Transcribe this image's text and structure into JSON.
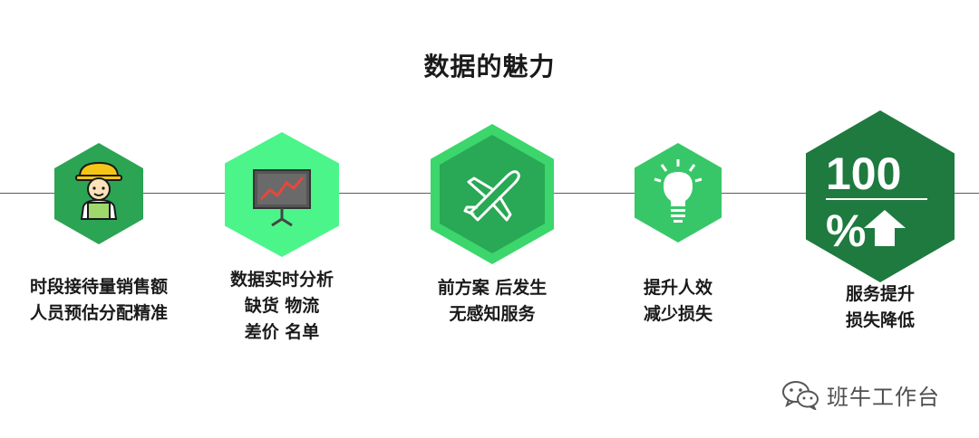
{
  "title": "数据的魅力",
  "steps": [
    {
      "icon": "worker-icon",
      "lines": [
        "时段接待量销售额",
        "人员预估分配精准"
      ]
    },
    {
      "icon": "trend-board-icon",
      "lines": [
        "数据实时分析",
        "缺货 物流",
        "差价 名单"
      ]
    },
    {
      "icon": "airplane-icon",
      "lines": [
        "前方案  后发生",
        "无感知服务"
      ]
    },
    {
      "icon": "lightbulb-icon",
      "lines": [
        "提升人效",
        "减少损失"
      ]
    },
    {
      "icon": "percent-up-icon",
      "big_number": "100",
      "big_suffix": "%",
      "lines": [
        "服务提升",
        "损失降低"
      ]
    }
  ],
  "watermark": {
    "icon": "wechat-icon",
    "text": "班牛工作台"
  },
  "colors": {
    "green_dark": "#1e7a3e",
    "green": "#2fb35a",
    "green_light": "#4cf58a",
    "green_mid": "#38c768",
    "line": "#5c5c5c"
  }
}
